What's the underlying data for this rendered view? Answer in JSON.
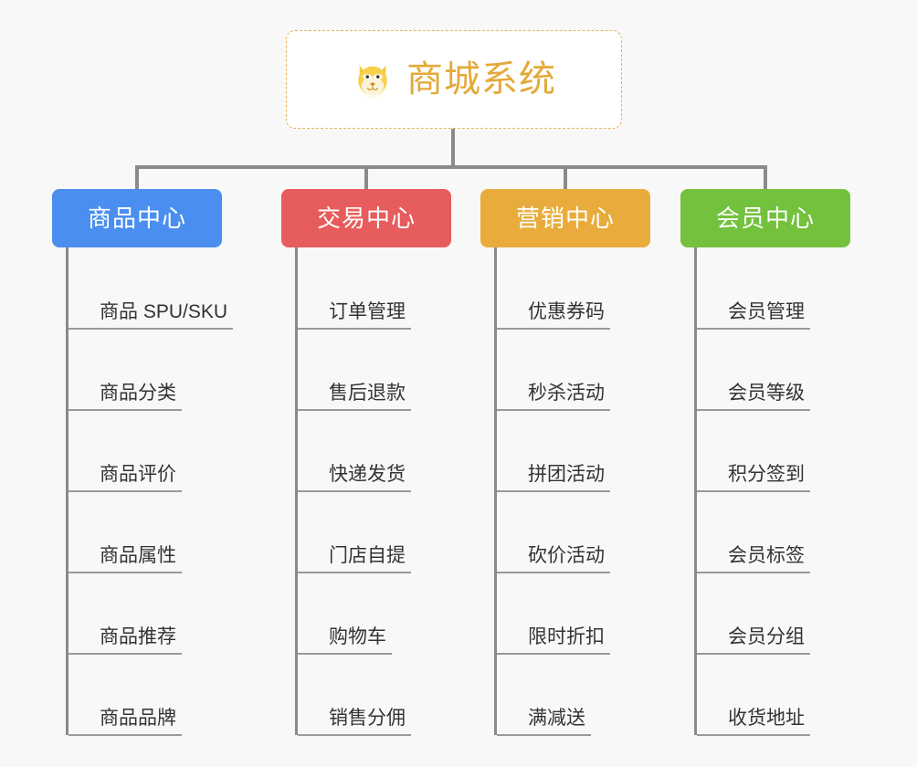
{
  "background_color": "#f8f8f8",
  "root": {
    "title": "商城系统",
    "icon": "shiba-dog-face-icon",
    "text_color": "#e3a93a",
    "border_color": "#e6b35a",
    "background": "#ffffff"
  },
  "connector_color": "#8a8a8a",
  "columns": [
    {
      "label": "商品中心",
      "color": "#4a8ef0",
      "items": [
        "商品 SPU/SKU",
        "商品分类",
        "商品评价",
        "商品属性",
        "商品推荐",
        "商品品牌"
      ]
    },
    {
      "label": "交易中心",
      "color": "#e75c5c",
      "items": [
        "订单管理",
        "售后退款",
        "快递发货",
        "门店自提",
        "购物车",
        "销售分佣"
      ]
    },
    {
      "label": "营销中心",
      "color": "#e9ac3c",
      "items": [
        "优惠券码",
        "秒杀活动",
        "拼团活动",
        "砍价活动",
        "限时折扣",
        "满减送"
      ]
    },
    {
      "label": "会员中心",
      "color": "#73c13d",
      "items": [
        "会员管理",
        "会员等级",
        "积分签到",
        "会员标签",
        "会员分组",
        "收货地址"
      ]
    }
  ]
}
